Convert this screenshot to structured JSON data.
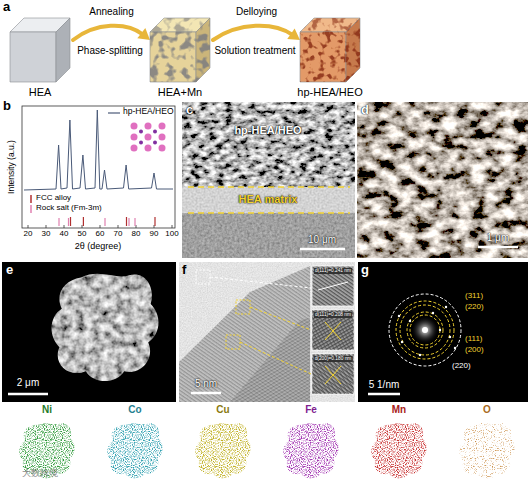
{
  "diagram": {
    "nodes": [
      {
        "text": [
          "HEA"
        ]
      },
      {
        "text": [
          "HEA+Mn"
        ]
      },
      {
        "text": [
          "hp-HEA/HEO"
        ]
      }
    ],
    "edges": [
      {
        "from": 0,
        "to": 1,
        "arrow": "to",
        "label": "Annealing"
      },
      {
        "from": 1,
        "to": 2,
        "arrow": "to",
        "label": "Delloying"
      }
    ],
    "labels": [
      "a",
      "Phase-splitting",
      "Solution treatment",
      "b",
      "Intensity (a.u.)",
      "2θ (degree)",
      "20",
      "30",
      "40",
      "50",
      "60",
      "70",
      "80",
      "90",
      "100",
      "c",
      "hp-HEA/HEO",
      "HEA matrix",
      "10 μm",
      "d",
      "1 μm",
      "e",
      "2 μm",
      "f",
      "5 nm",
      "d(111)=0.241 nm",
      "d(111)=0.208 nm",
      "d(200)=0.180 nm",
      "g",
      "(311)",
      "(220)",
      "(111)",
      "(200)",
      "(220)",
      "5 1/nm",
      "Ni",
      "Co",
      "Cu",
      "Fe",
      "Mn",
      "O",
      "大数跨境"
    ],
    "legend": [
      {
        "text": "hp-HEA/HEO"
      },
      {
        "text": "FCC alloy"
      },
      {
        "text": "Rock salt (Fm-3m)"
      }
    ]
  }
}
